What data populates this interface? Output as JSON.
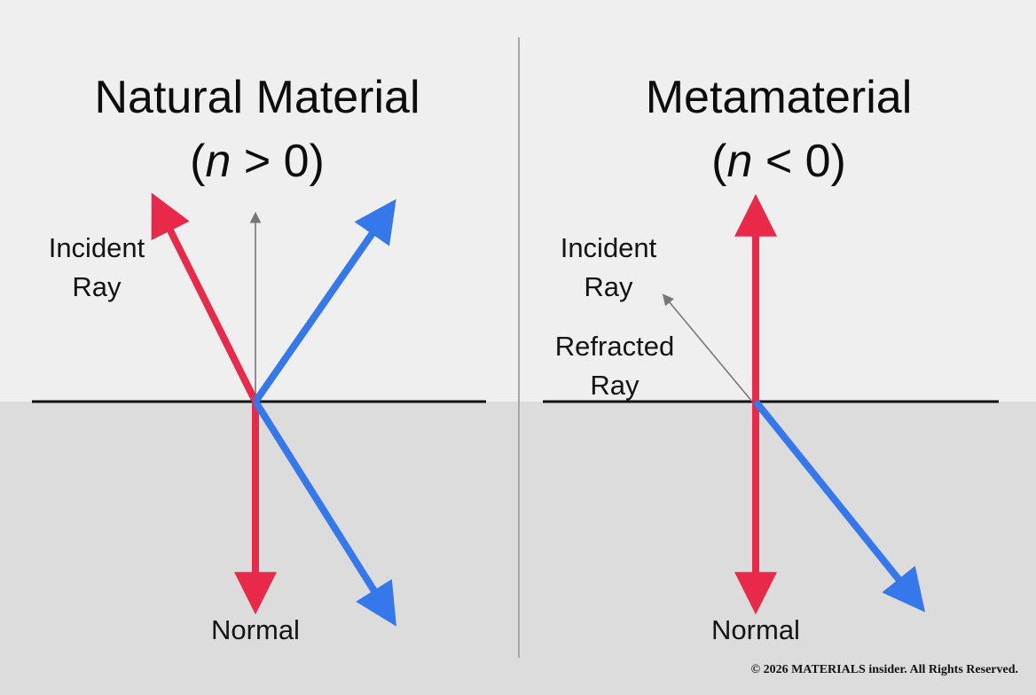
{
  "colors": {
    "red_ray": "#e8294a",
    "blue_ray": "#3478ec",
    "gray_ray": "#777777",
    "interface": "#111111"
  },
  "left_panel": {
    "title_line1": "Natural Material",
    "title_n": "n",
    "title_rest": " > 0)",
    "title_open": "(",
    "incident_label_line1": "Incident",
    "incident_label_line2": "Ray",
    "normal_label": "Normal"
  },
  "right_panel": {
    "title_line1": "Metamaterial",
    "title_n": "n",
    "title_rest": " < 0)",
    "title_open": "(",
    "incident_label_line1": "Incident",
    "incident_label_line2": "Ray",
    "refracted_label_line1": "Refracted",
    "refracted_label_line2": "Ray",
    "normal_label": "Normal"
  },
  "footer": {
    "copyright": "© 2026 MATERIALS insider. All Rights Reserved."
  }
}
